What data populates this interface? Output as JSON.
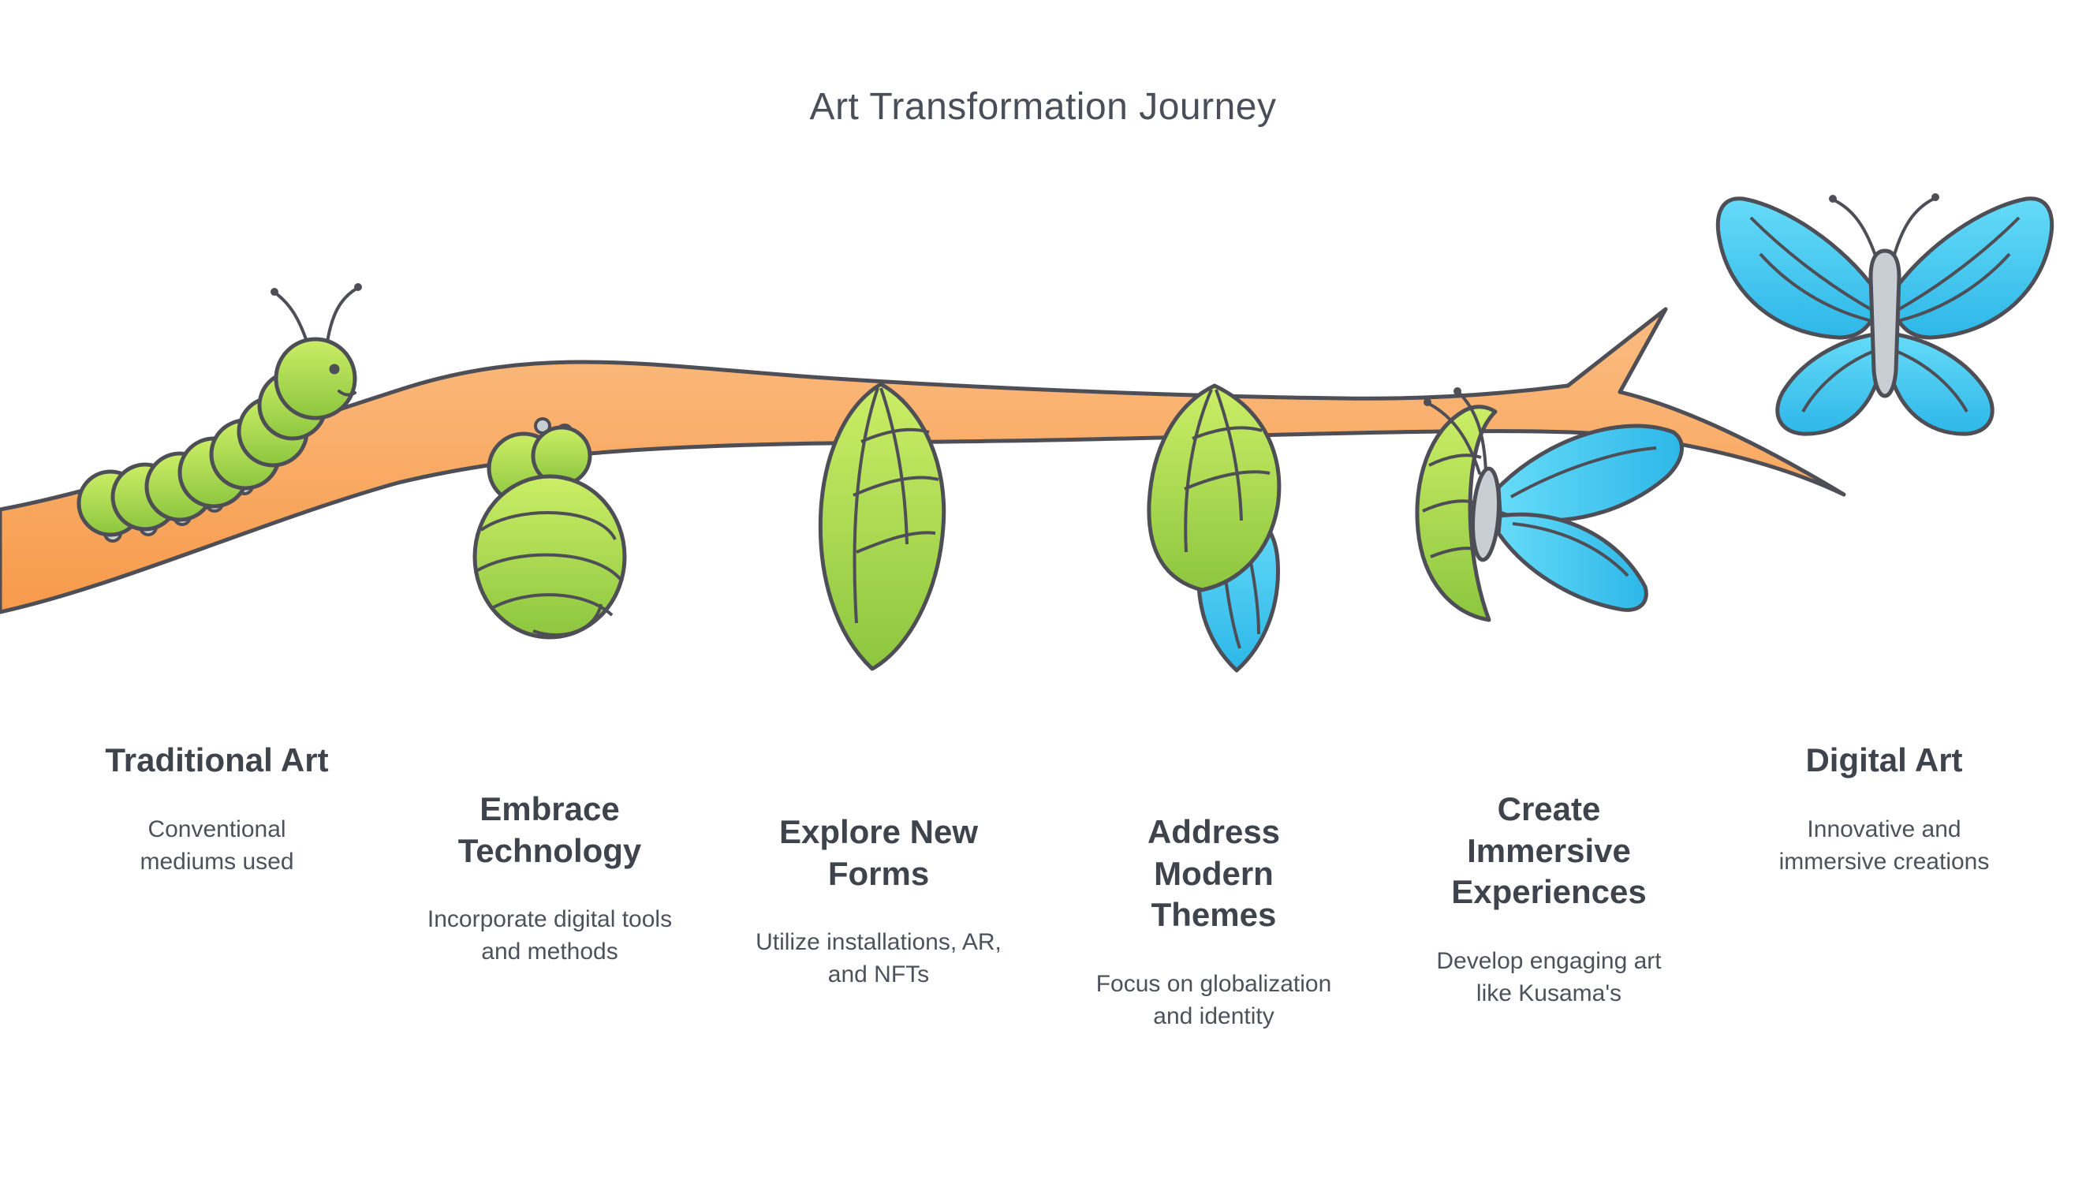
{
  "title": "Art Transformation Journey",
  "stages": [
    {
      "heading": "Traditional Art",
      "description": "Conventional mediums used",
      "icon": "caterpillar-icon"
    },
    {
      "heading": "Embrace Technology",
      "description": "Incorporate digital tools and methods",
      "icon": "curled-caterpillar-icon"
    },
    {
      "heading": "Explore New Forms",
      "description": "Utilize installations, AR, and NFTs",
      "icon": "chrysalis-icon"
    },
    {
      "heading": "Address Modern Themes",
      "description": "Focus on globalization and identity",
      "icon": "chrysalis-wings-emerging-icon"
    },
    {
      "heading": "Create Immersive Experiences",
      "description": "Develop engaging art like Kusama's",
      "icon": "butterfly-emerging-icon"
    },
    {
      "heading": "Digital Art",
      "description": "Innovative and immersive creations",
      "icon": "butterfly-icon"
    }
  ],
  "colors": {
    "background": "#ffffff",
    "branch-light": "#fbbd82",
    "branch-dark": "#f79a4b",
    "green-light": "#cbee66",
    "green-dark": "#8dc63f",
    "blue-light": "#66dbf8",
    "blue-dark": "#2db7e8",
    "outline": "#4e4e56",
    "body-gray": "#c9ced3",
    "title-text": "#4a4e58",
    "heading-text": "#3f434c",
    "description-text": "#4d515a"
  }
}
